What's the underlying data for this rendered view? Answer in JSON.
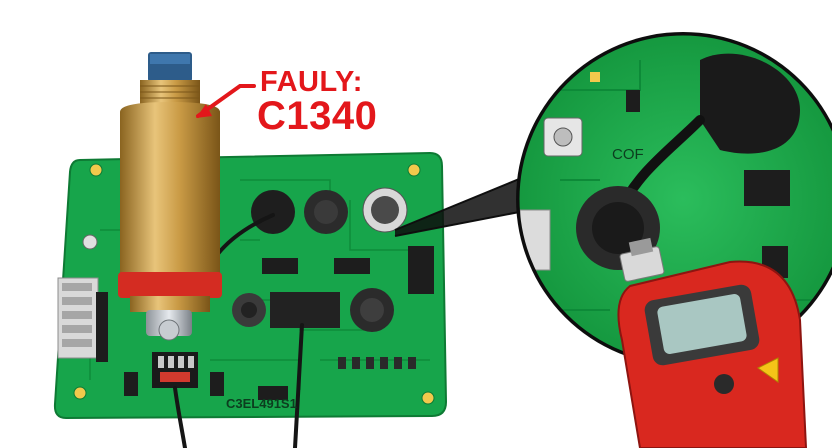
{
  "callout": {
    "label": "FAULY:",
    "code": "C1340",
    "color": "#e3171b"
  },
  "board": {
    "silkscreen": "C3EL491S1",
    "color": "#17a54b"
  },
  "zoom": {
    "silkscreen": "COF"
  },
  "multimeter": {
    "body_color": "#d9281f",
    "button_color": "#f5c518"
  }
}
